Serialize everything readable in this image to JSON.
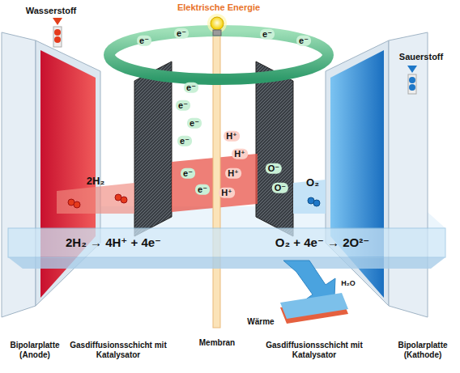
{
  "diagram": {
    "labels": [
      "Elektrische Energie",
      "Wasserstoff",
      "Sauerstoff",
      "e⁻",
      "e⁻",
      "e⁻",
      "e⁻",
      "e⁻",
      "e⁻",
      "e⁻",
      "e⁻",
      "e⁻",
      "e⁻",
      "H⁺",
      "H⁺",
      "H⁺",
      "H⁺",
      "O⁻",
      "O⁻",
      "2H₂",
      "O₂",
      "2H₂ → 4H⁺ + 4e⁻",
      "O₂ + 4e⁻ → 2O²⁻",
      "H₂O",
      "Wärme",
      "Bipolarplatte (Anode)",
      "Gasdiffusionsschicht mit Katalysator",
      "Membran",
      "Gasdiffusionsschicht mit Katalysator",
      "Bipolarplatte (Kathode)"
    ]
  }
}
